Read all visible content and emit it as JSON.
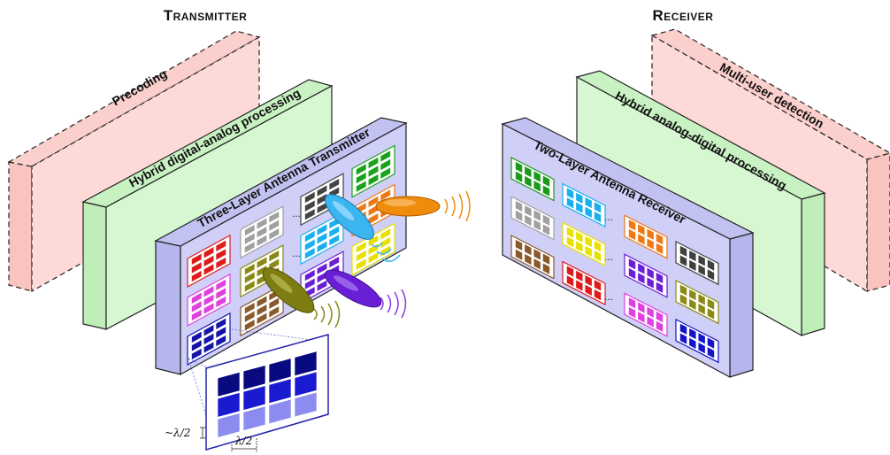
{
  "headings": {
    "transmitter": "Transmitter",
    "receiver": "Receiver"
  },
  "transmitter": {
    "precoding_label": "Precoding",
    "hybrid_label": "Hybrid digital-analog processing",
    "antenna_label": "Three-Layer Antenna Transmitter"
  },
  "receiver": {
    "detection_label": "Multi-user detection",
    "hybrid_label": "Hybrid analog-digital processing",
    "antenna_label": "Two-Layer Antenna Receiver"
  },
  "ellipsis": "...",
  "inset": {
    "vertical_spacing": "~λ/2",
    "horizontal_spacing": "λ/2"
  },
  "colors": {
    "red_panel_fill": "#fdd9d7",
    "green_panel_fill": "#d6f7d2",
    "blue_panel_fill": "#cfcff7",
    "beam_orange": "#f08c0c",
    "beam_cyan": "#3bb5f0",
    "beam_olive": "#7d7d14",
    "beam_purple": "#6a1fd6",
    "tx_array_colors": [
      "#e01b1b",
      "#a0a0a0",
      "#444444",
      "#1aa31a",
      "#e040e0",
      "#8a8a14",
      "#1ab0f0",
      "#f07814",
      "#1414a8",
      "#8a5a2c",
      "#6a1fd6",
      "#e8e000"
    ],
    "rx_array_colors": [
      "#1a9a1a",
      "#1ab0f0",
      "#f07814",
      "#404040",
      "#a0a0a0",
      "#e8e000",
      "#6a1fd6",
      "#8a8a14",
      "#8a5a2c",
      "#e01b1b",
      "#e040e0",
      "#1414c8"
    ]
  }
}
